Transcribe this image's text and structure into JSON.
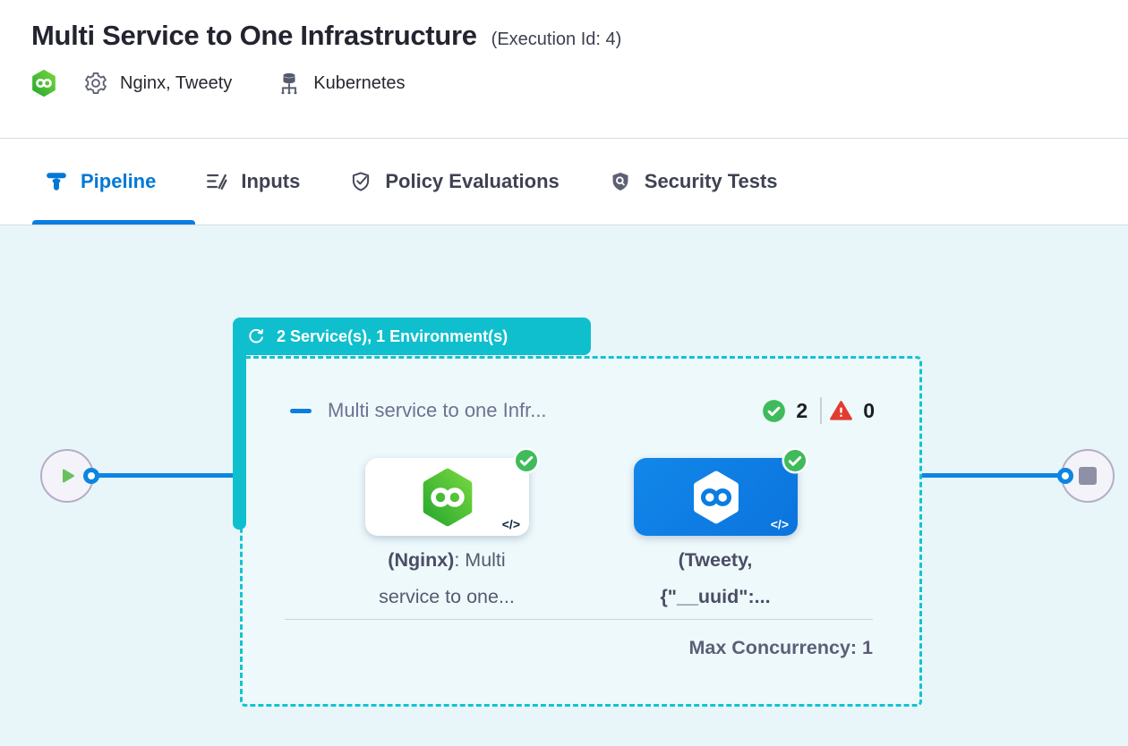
{
  "header": {
    "title": "Multi Service to One Infrastructure",
    "execution_id": "(Execution Id: 4)",
    "services": "Nginx, Tweety",
    "infrastructure": "Kubernetes"
  },
  "tabs": {
    "pipeline": "Pipeline",
    "inputs": "Inputs",
    "policy": "Policy Evaluations",
    "security": "Security Tests"
  },
  "pipeline": {
    "group_badge": "2 Service(s), 1 Environment(s)",
    "stage_name": "Multi service to one Infr...",
    "success_count": "2",
    "error_count": "0",
    "max_concurrency": "Max Concurrency: 1",
    "services": [
      {
        "label_bold": "(Nginx)",
        "label_rest": ": Multi service to one..."
      },
      {
        "label_bold": "(Tweety, {\"__uuid\":...",
        "label_rest": ""
      }
    ]
  },
  "icons": {
    "code": "</>"
  },
  "colors": {
    "teal": "#10bfcd",
    "primary_blue": "#0b7de0",
    "tab_blue": "#0278d5",
    "success_green": "#3fbb5b",
    "error_red": "#e23c30",
    "canvas_bg": "#e8f6f9"
  }
}
